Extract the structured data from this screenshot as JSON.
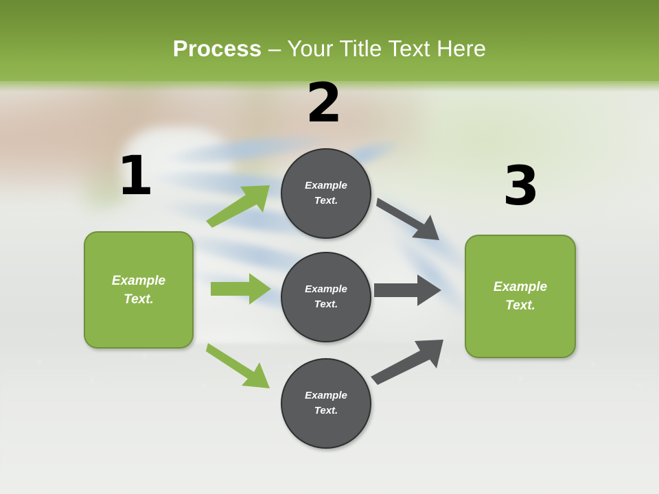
{
  "slide": {
    "title": {
      "strong": "Process",
      "light": " – Your Title Text Here"
    },
    "colors": {
      "header_green_top": "#6b8a35",
      "header_green_bottom": "#93b654",
      "box_green_fill": "#8cb44d",
      "box_green_border": "#6f8f3c",
      "circle_grey_fill": "#5a5b5c",
      "circle_grey_border": "#2e2f30",
      "arrow_green": "#8cb44d",
      "arrow_grey": "#58595b",
      "number_black": "#000000",
      "text_white": "#ffffff"
    },
    "background": {
      "description": "blurred photo of hands tying a blue-laced running shoe on grey pavement"
    }
  },
  "steps": [
    {
      "number": "1",
      "name": "step-one"
    },
    {
      "number": "2",
      "name": "step-two"
    },
    {
      "number": "3",
      "name": "step-three"
    }
  ],
  "nodes": {
    "start_box": {
      "line1": "Example",
      "line2": "Text."
    },
    "circle_top": {
      "line1": "Example",
      "line2": "Text."
    },
    "circle_middle": {
      "line1": "Example",
      "line2": "Text."
    },
    "circle_bottom": {
      "line1": "Example",
      "line2": "Text."
    },
    "end_box": {
      "line1": "Example",
      "line2": "Text."
    }
  },
  "connectors": [
    {
      "name": "arrow-green-up",
      "color": "#8cb44d",
      "direction": "up-right"
    },
    {
      "name": "arrow-green-middle",
      "color": "#8cb44d",
      "direction": "right"
    },
    {
      "name": "arrow-green-down",
      "color": "#8cb44d",
      "direction": "down-right"
    },
    {
      "name": "arrow-grey-up",
      "color": "#58595b",
      "direction": "down-right"
    },
    {
      "name": "arrow-grey-middle",
      "color": "#58595b",
      "direction": "right"
    },
    {
      "name": "arrow-grey-down",
      "color": "#58595b",
      "direction": "up-right"
    }
  ]
}
